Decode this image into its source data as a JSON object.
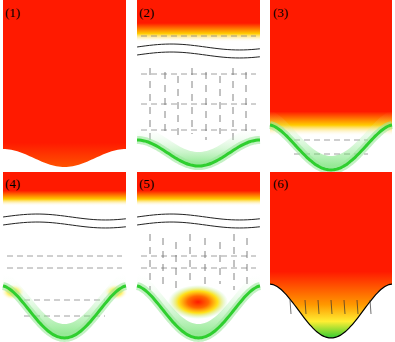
{
  "diagram": {
    "labels": [
      "(1)",
      "(2)",
      "(3)",
      "(4)",
      "(5)",
      "(6)"
    ]
  }
}
